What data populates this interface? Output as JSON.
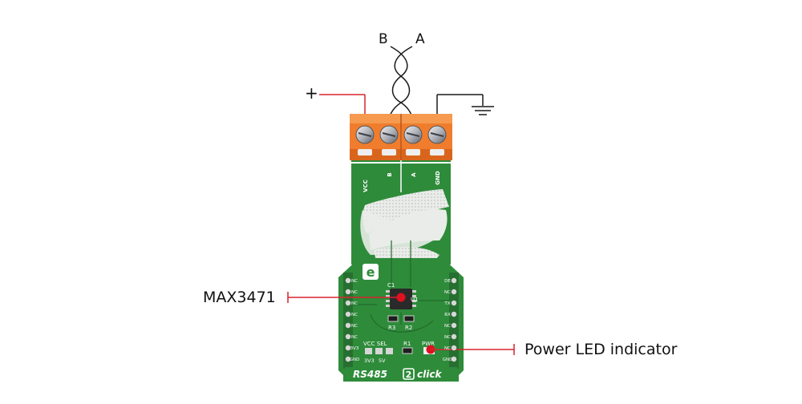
{
  "wires": {
    "b": "B",
    "a": "A",
    "plus": "+"
  },
  "terminal_pins": {
    "vcc": "VCC",
    "b": "B",
    "a": "A",
    "gnd": "GND"
  },
  "callouts": {
    "chip": "MAX3471",
    "led": "Power LED indicator"
  },
  "board": {
    "name": "RS485",
    "num": "2",
    "suffix": "click",
    "c1": "C1",
    "u1": "U1",
    "r1": "R1",
    "r2": "R2",
    "r3": "R3",
    "pwr": "PWR",
    "vcc_sel": "VCC SEL",
    "v33": "3V3",
    "v5": "5V",
    "left_pins": [
      "NC",
      "NC",
      "NC",
      "NC",
      "NC",
      "NC",
      "3V3",
      "GND"
    ],
    "right_pins": [
      "DE",
      "NC",
      "TX",
      "RX",
      "NC",
      "NC",
      "NC",
      "GND"
    ]
  },
  "colors": {
    "pcb": "#2e8b3a",
    "pcb_dark": "#1f6b2b",
    "terminal": "#f07d2d",
    "callout_line": "#d9232e",
    "led": "#e0101f",
    "ribbon": "#e9ece9"
  }
}
